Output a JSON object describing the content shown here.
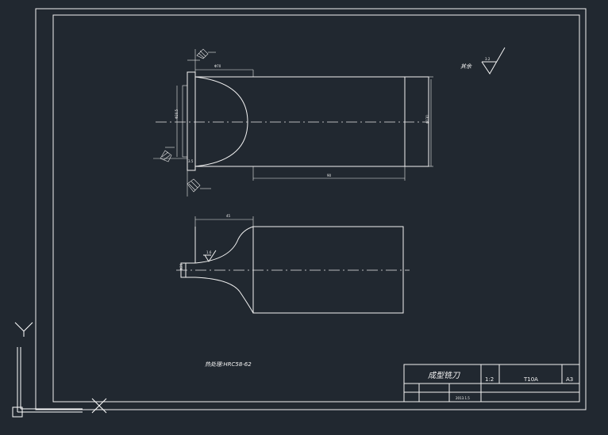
{
  "title_block": {
    "part_name": "成型铣刀",
    "scale": "1:2",
    "material": "T10A",
    "sheet_size": "A3",
    "date": "2013.1.5"
  },
  "notes": {
    "heat_treatment": "热处理:HRC58-62",
    "surface_rest_label": "其余",
    "surface_rest_value": "3.2"
  },
  "top_view": {
    "dim_length": "90",
    "dim_diameter": "Φ130",
    "dim_shank": "Φ70",
    "dim_left": "Φ20.5",
    "dim_small": "3.5"
  },
  "bottom_view": {
    "dim_top": "45",
    "dim_shank": "Φ20",
    "roughness": "1.6"
  }
}
